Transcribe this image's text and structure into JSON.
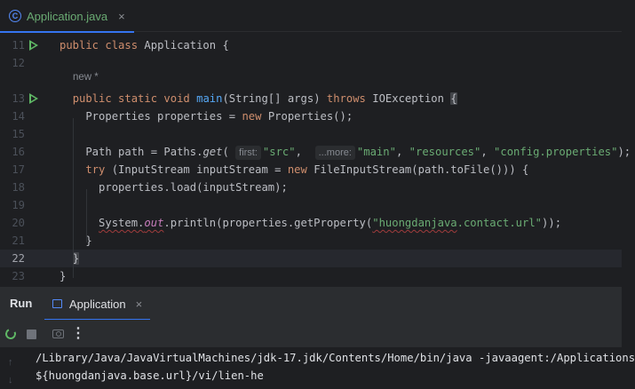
{
  "editor_tab": {
    "icon": "class-icon",
    "icon_letter": "C",
    "label": "Application.java",
    "close": "×"
  },
  "codevision": "new *",
  "code_lines": [
    {
      "num": "11",
      "parts": [
        [
          "kw",
          "public class "
        ],
        [
          "plain",
          "Application {"
        ]
      ]
    },
    {
      "num": "12",
      "parts": []
    },
    {
      "num": "13",
      "parts": [
        [
          "plain",
          "  "
        ],
        [
          "kw",
          "public static void "
        ],
        [
          "fn",
          "main"
        ],
        [
          "plain",
          "(String[] args) "
        ],
        [
          "kw",
          "throws "
        ],
        [
          "plain",
          "IOException "
        ],
        [
          "brace",
          "{"
        ]
      ]
    },
    {
      "num": "14",
      "parts": [
        [
          "plain",
          "    Properties properties = "
        ],
        [
          "kw",
          "new "
        ],
        [
          "plain",
          "Properties();"
        ]
      ]
    },
    {
      "num": "15",
      "parts": []
    },
    {
      "num": "16",
      "parts": [
        [
          "plain",
          "    Path path = Paths."
        ],
        [
          "static",
          "get"
        ],
        [
          "plain",
          "( "
        ],
        [
          "hint",
          "first:"
        ],
        [
          "str",
          "\"src\""
        ],
        [
          "plain",
          ",  "
        ],
        [
          "hint",
          "...more:"
        ],
        [
          "str",
          "\"main\""
        ],
        [
          "plain",
          ", "
        ],
        [
          "str",
          "\"resources\""
        ],
        [
          "plain",
          ", "
        ],
        [
          "str",
          "\"config.properties\""
        ],
        [
          "plain",
          ");"
        ]
      ]
    },
    {
      "num": "17",
      "parts": [
        [
          "plain",
          "    "
        ],
        [
          "kw",
          "try "
        ],
        [
          "plain",
          "(InputStream inputStream = "
        ],
        [
          "kw",
          "new "
        ],
        [
          "plain",
          "FileInputStream(path.toFile())) {"
        ]
      ]
    },
    {
      "num": "18",
      "parts": [
        [
          "plain",
          "      properties.load(inputStream);"
        ]
      ]
    },
    {
      "num": "19",
      "parts": []
    },
    {
      "num": "20",
      "parts": [
        [
          "plain",
          "      "
        ],
        [
          "squig",
          "System."
        ],
        [
          "fieldsq",
          "out"
        ],
        [
          "plain",
          ".println(properties.getProperty("
        ],
        [
          "strsq",
          "\"huongdanjava"
        ],
        [
          "str",
          ".contact.url\""
        ],
        [
          "plain",
          "));"
        ]
      ]
    },
    {
      "num": "21",
      "parts": [
        [
          "plain",
          "    }"
        ]
      ]
    },
    {
      "num": "22",
      "parts": [
        [
          "plain",
          "  "
        ],
        [
          "brace",
          "}"
        ]
      ],
      "current": true
    },
    {
      "num": "23",
      "parts": [
        [
          "plain",
          "}"
        ]
      ]
    }
  ],
  "run_window": {
    "title": "Run",
    "tab_icon": "console-icon",
    "tab_label": "Application",
    "tab_close": "×",
    "toolbar": [
      "rerun-icon",
      "stop-icon",
      "camera-icon",
      "more-vertical-icon"
    ],
    "more_glyph": "⋮"
  },
  "console": {
    "lines": [
      "/Library/Java/JavaVirtualMachines/jdk-17.jdk/Contents/Home/bin/java -javaagent:/Applications",
      "${huongdanjava.base.url}/vi/lien-he"
    ],
    "scroll_up": "↑",
    "scroll_down": "↓"
  },
  "colors": {
    "background": "#1e1f22",
    "keyword": "#cf8e6d",
    "string": "#6aab73",
    "function": "#56a8f5",
    "field": "#c77dbb",
    "accent": "#3574f0"
  }
}
